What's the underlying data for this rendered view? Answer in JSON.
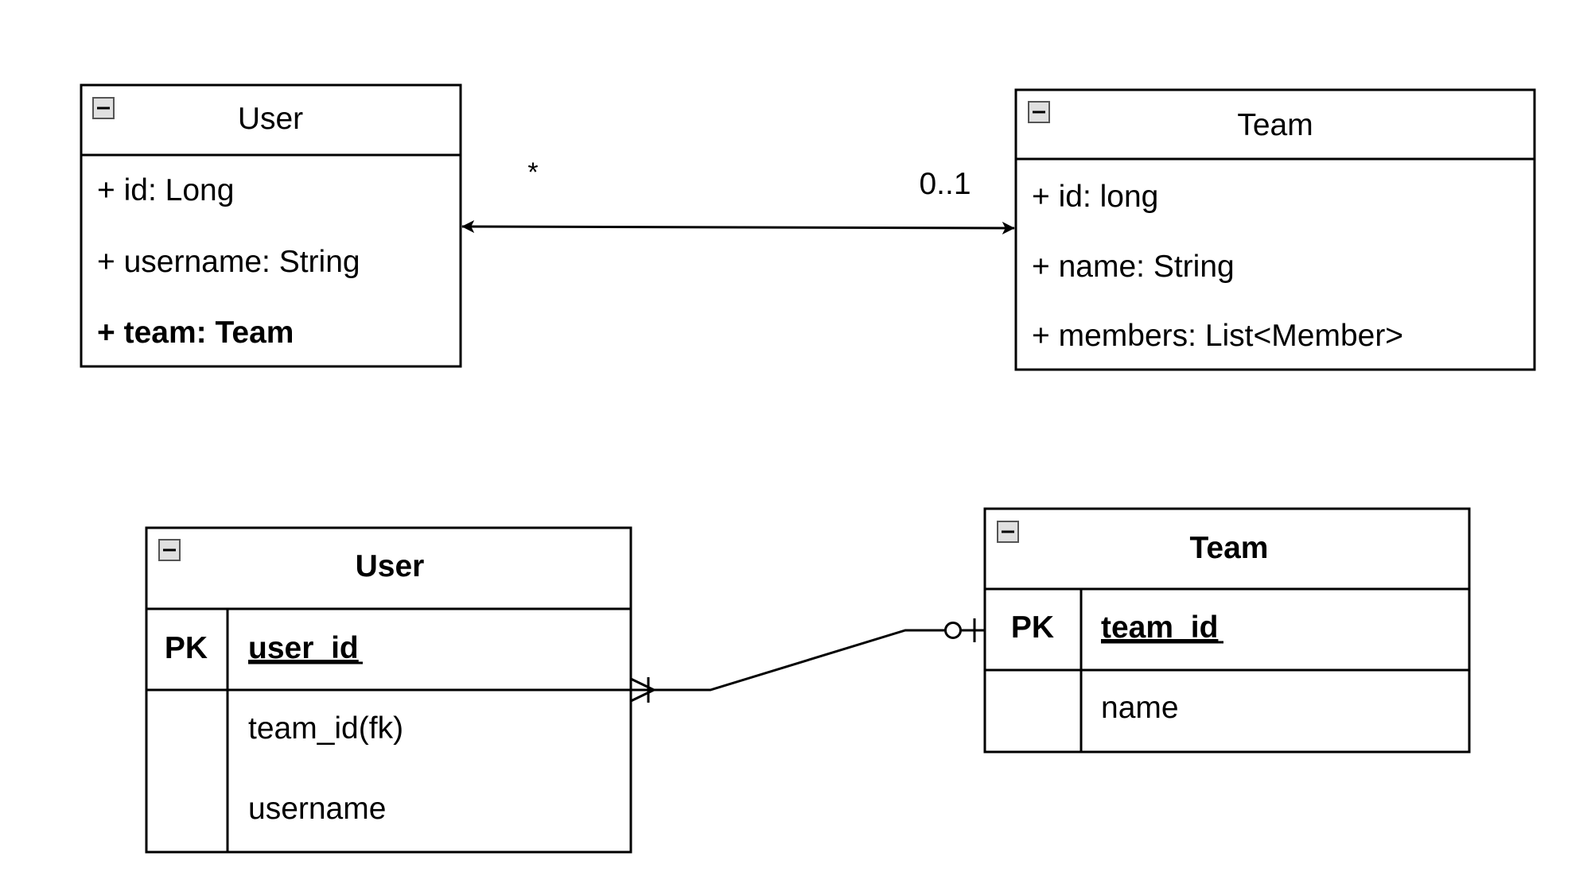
{
  "uml": {
    "user_class": {
      "title": "User",
      "attributes": [
        "+ id: Long",
        "+ username: String",
        "+ team: Team"
      ]
    },
    "team_class": {
      "title": "Team",
      "attributes": [
        "+ id: long",
        "+ name: String",
        "+ members: List<Member>"
      ]
    },
    "association": {
      "user_end_multiplicity": "*",
      "team_end_multiplicity": "0..1"
    }
  },
  "erd": {
    "user_table": {
      "title": "User",
      "pk_label": "PK",
      "pk_field": "user_id",
      "fields": [
        "team_id(fk)",
        "username"
      ]
    },
    "team_table": {
      "title": "Team",
      "pk_label": "PK",
      "pk_field": "team_id",
      "fields": [
        "name"
      ]
    }
  }
}
